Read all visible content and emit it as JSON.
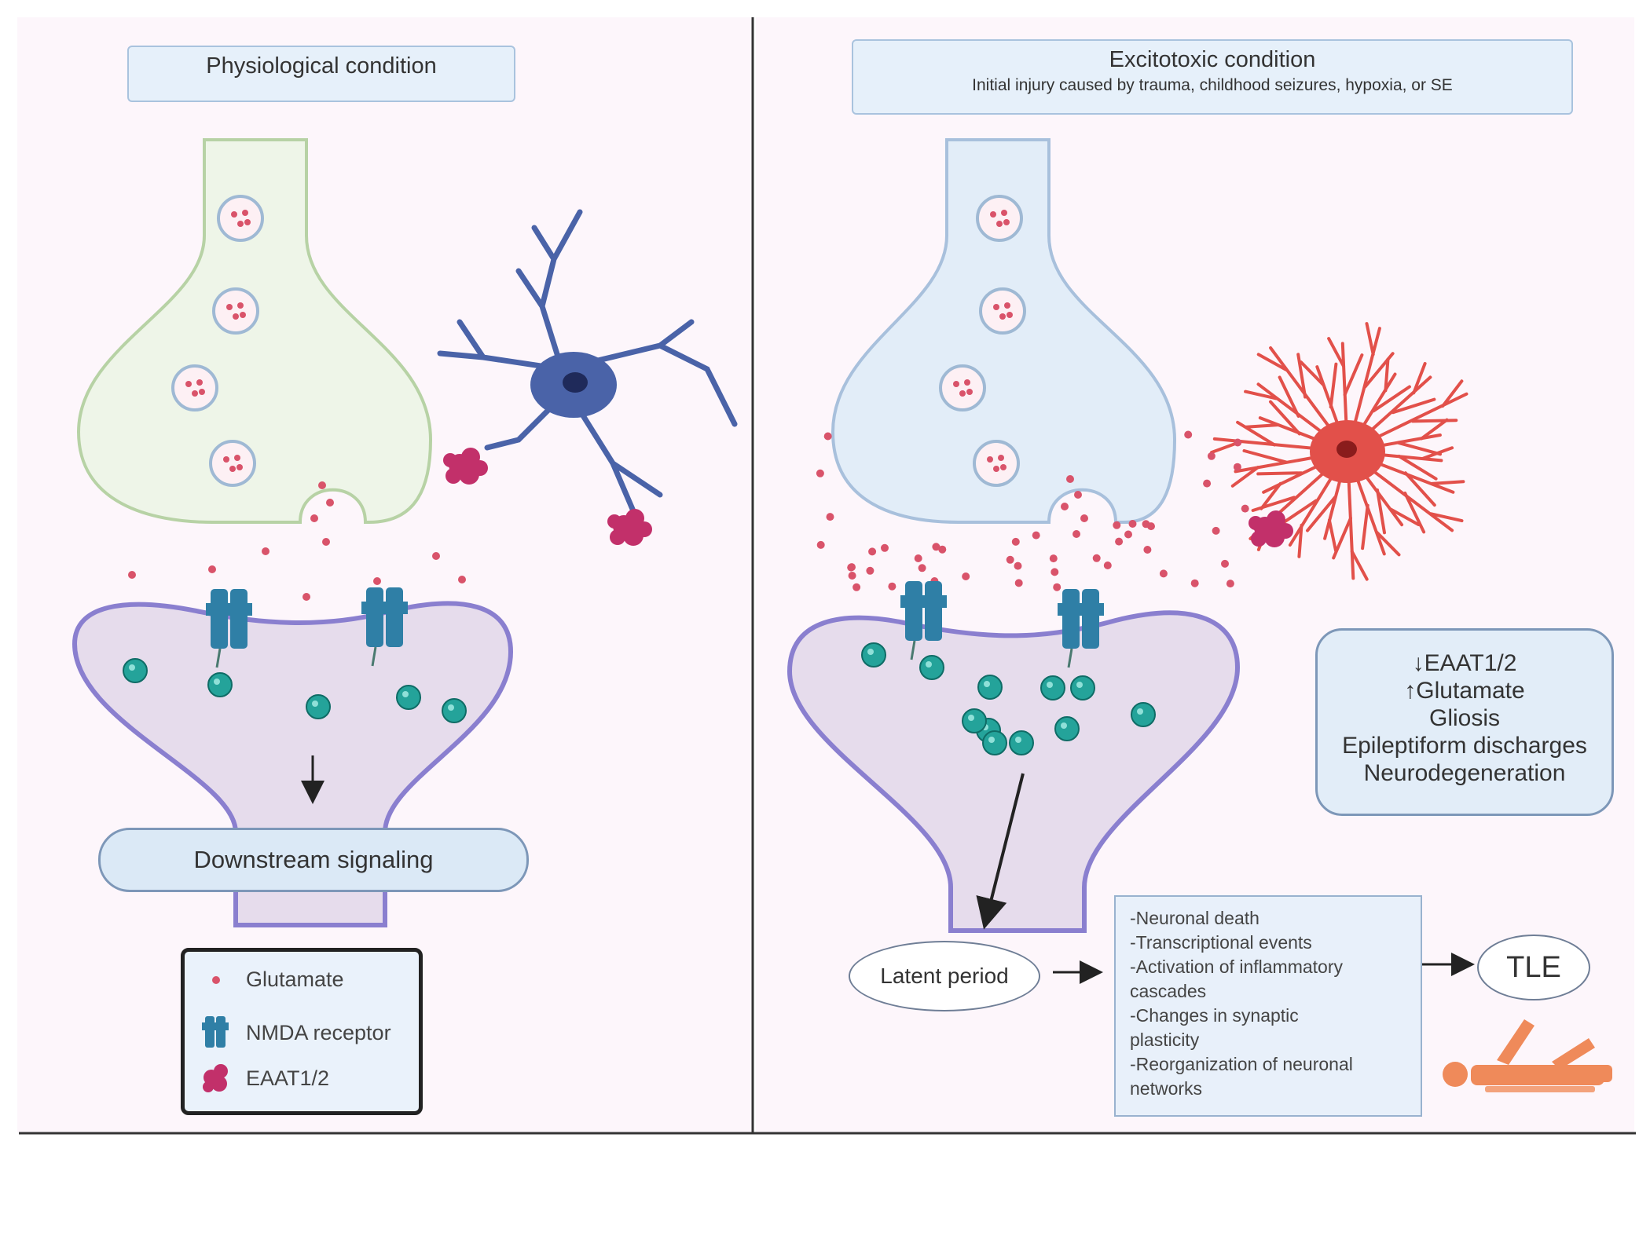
{
  "left_panel": {
    "title": "Physiological condition",
    "signal_label": "Downstream signaling"
  },
  "legend": {
    "glutamate": "Glutamate",
    "nmda": "NMDA receptor",
    "eaat": "EAAT1/2"
  },
  "right_panel": {
    "title": "Excitotoxic condition",
    "subtitle": "Initial injury caused by trauma, childhood seizures, hypoxia, or SE",
    "symptoms": [
      "↓EAAT1/2",
      "↑Glutamate",
      "Gliosis",
      "Epileptiform discharges",
      "Neurodegeneration"
    ],
    "latent": "Latent period",
    "consequences": [
      "-Neuronal death",
      "-Transcriptional events",
      "-Activation of inflammatory",
      "cascades",
      "-Changes in synaptic",
      "plasticity",
      "-Reorganization of neuronal",
      "networks"
    ],
    "outcome": "TLE"
  },
  "colors": {
    "glutamate": "#d9536a",
    "receptor": "#2f7fa6",
    "calcium": "#24a39a",
    "eaat": "#c2306a",
    "astro_normal": "#4a63a8",
    "astro_reactive": "#e2504a",
    "patient": "#ef8a5a"
  }
}
